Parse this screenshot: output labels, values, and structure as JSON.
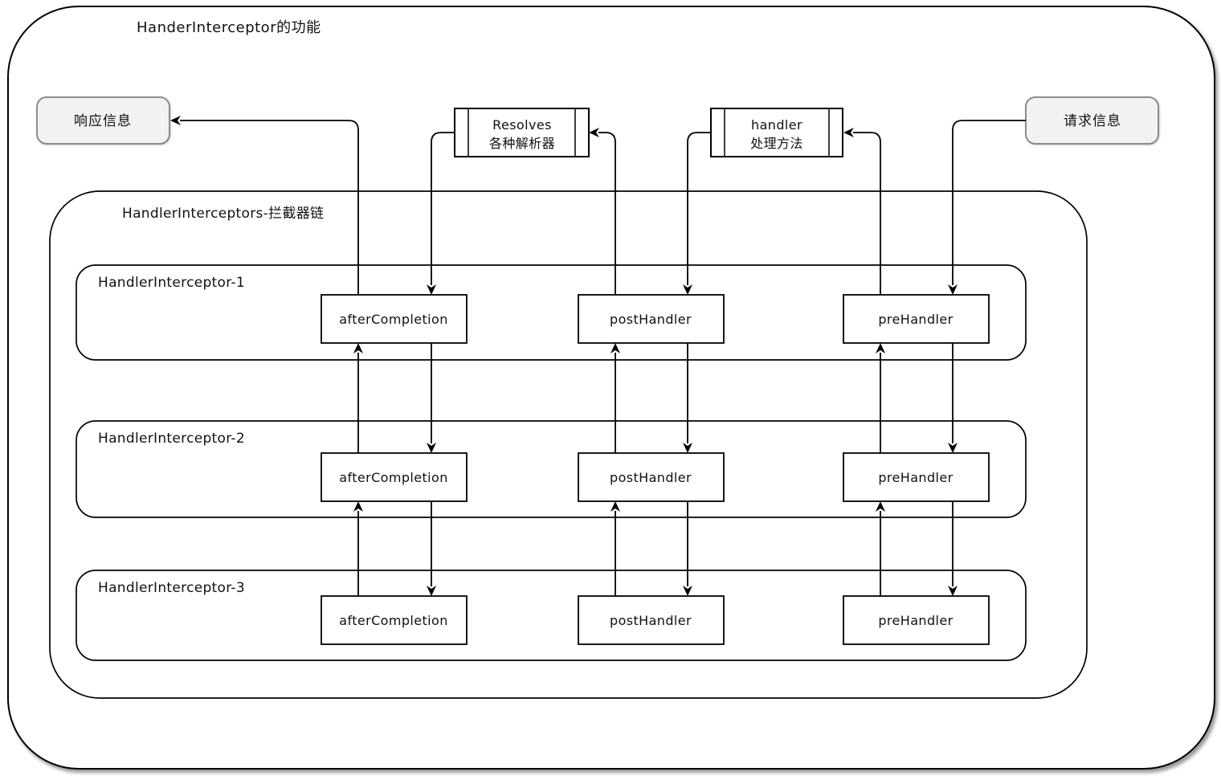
{
  "title": "HanderInterceptor的功能",
  "nodes": {
    "response": {
      "label": "响应信息"
    },
    "resolves": {
      "line1": "Resolves",
      "line2": "各种解析器"
    },
    "handler": {
      "line1": "handler",
      "line2": "处理方法"
    },
    "request": {
      "label": "请求信息"
    }
  },
  "chain": {
    "label": "HandlerInterceptors-拦截器链",
    "interceptors": [
      {
        "label": "HandlerInterceptor-1",
        "methods": [
          "afterCompletion",
          "postHandler",
          "preHandler"
        ]
      },
      {
        "label": "HandlerInterceptor-2",
        "methods": [
          "afterCompletion",
          "postHandler",
          "preHandler"
        ]
      },
      {
        "label": "HandlerInterceptor-3",
        "methods": [
          "afterCompletion",
          "postHandler",
          "preHandler"
        ]
      }
    ]
  },
  "colors": {
    "line": "#000000",
    "endpoint_fill": "#f2f2f2",
    "endpoint_border": "#8c8c8c",
    "box_fill": "#ffffff",
    "box_border": "#000000",
    "canvas": "#ffffff"
  }
}
